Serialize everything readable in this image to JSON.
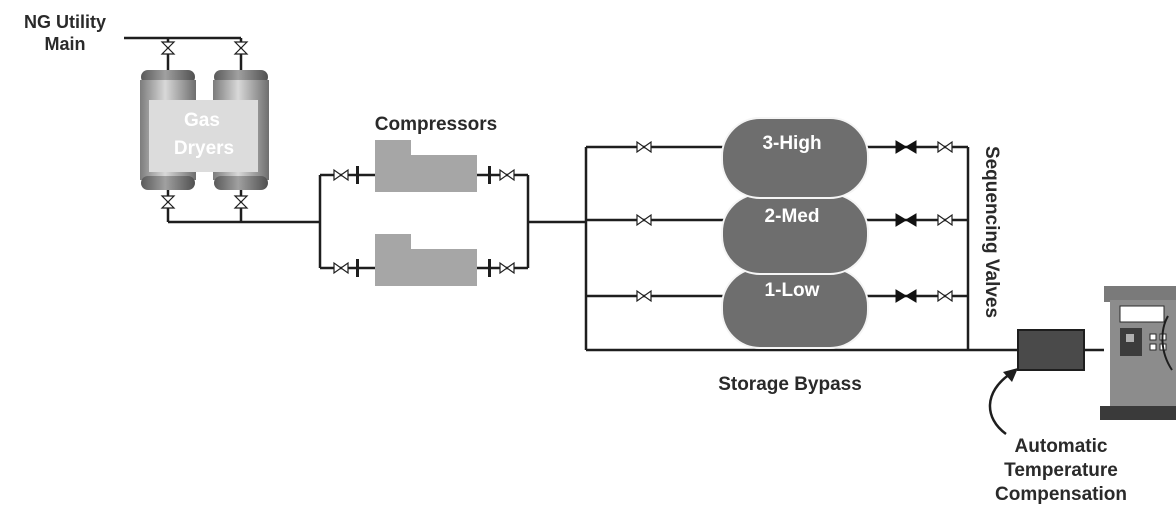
{
  "labels": {
    "ng_main_line1": "NG Utility",
    "ng_main_line2": "Main",
    "dryers_line1": "Gas",
    "dryers_line2": "Dryers",
    "compressors": "Compressors",
    "tank_high": "3-High",
    "tank_med": "2-Med",
    "tank_low": "1-Low",
    "sequencing_valves": "Sequencing Valves",
    "storage_bypass": "Storage Bypass",
    "atc_line1": "Automatic",
    "atc_line2": "Temperature",
    "atc_line3": "Compensation"
  },
  "colors": {
    "pipe": "#1e1e1e",
    "tank": "#6e6e6e",
    "compressor": "#a6a6a6",
    "dryer": "#a9a9a9",
    "atc_box": "#4a4a4a",
    "dispenser": "#8c8c8c",
    "label": "#2a2a2a"
  }
}
